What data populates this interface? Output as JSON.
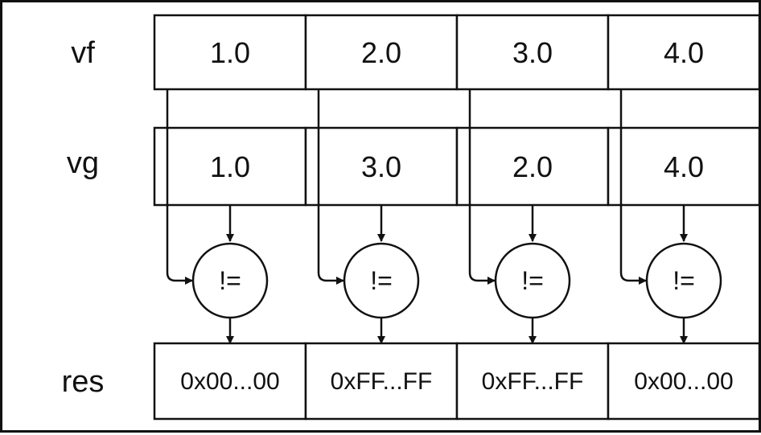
{
  "rows": {
    "vf": {
      "label": "vf",
      "values": [
        "1.0",
        "2.0",
        "3.0",
        "4.0"
      ]
    },
    "vg": {
      "label": "vg",
      "values": [
        "1.0",
        "3.0",
        "2.0",
        "4.0"
      ]
    },
    "res": {
      "label": "res",
      "values": [
        "0x00...00",
        "0xFF...FF",
        "0xFF...FF",
        "0x00...00"
      ]
    }
  },
  "operator": "!=",
  "colors": {
    "stroke": "#111111",
    "background": "#ffffff"
  }
}
